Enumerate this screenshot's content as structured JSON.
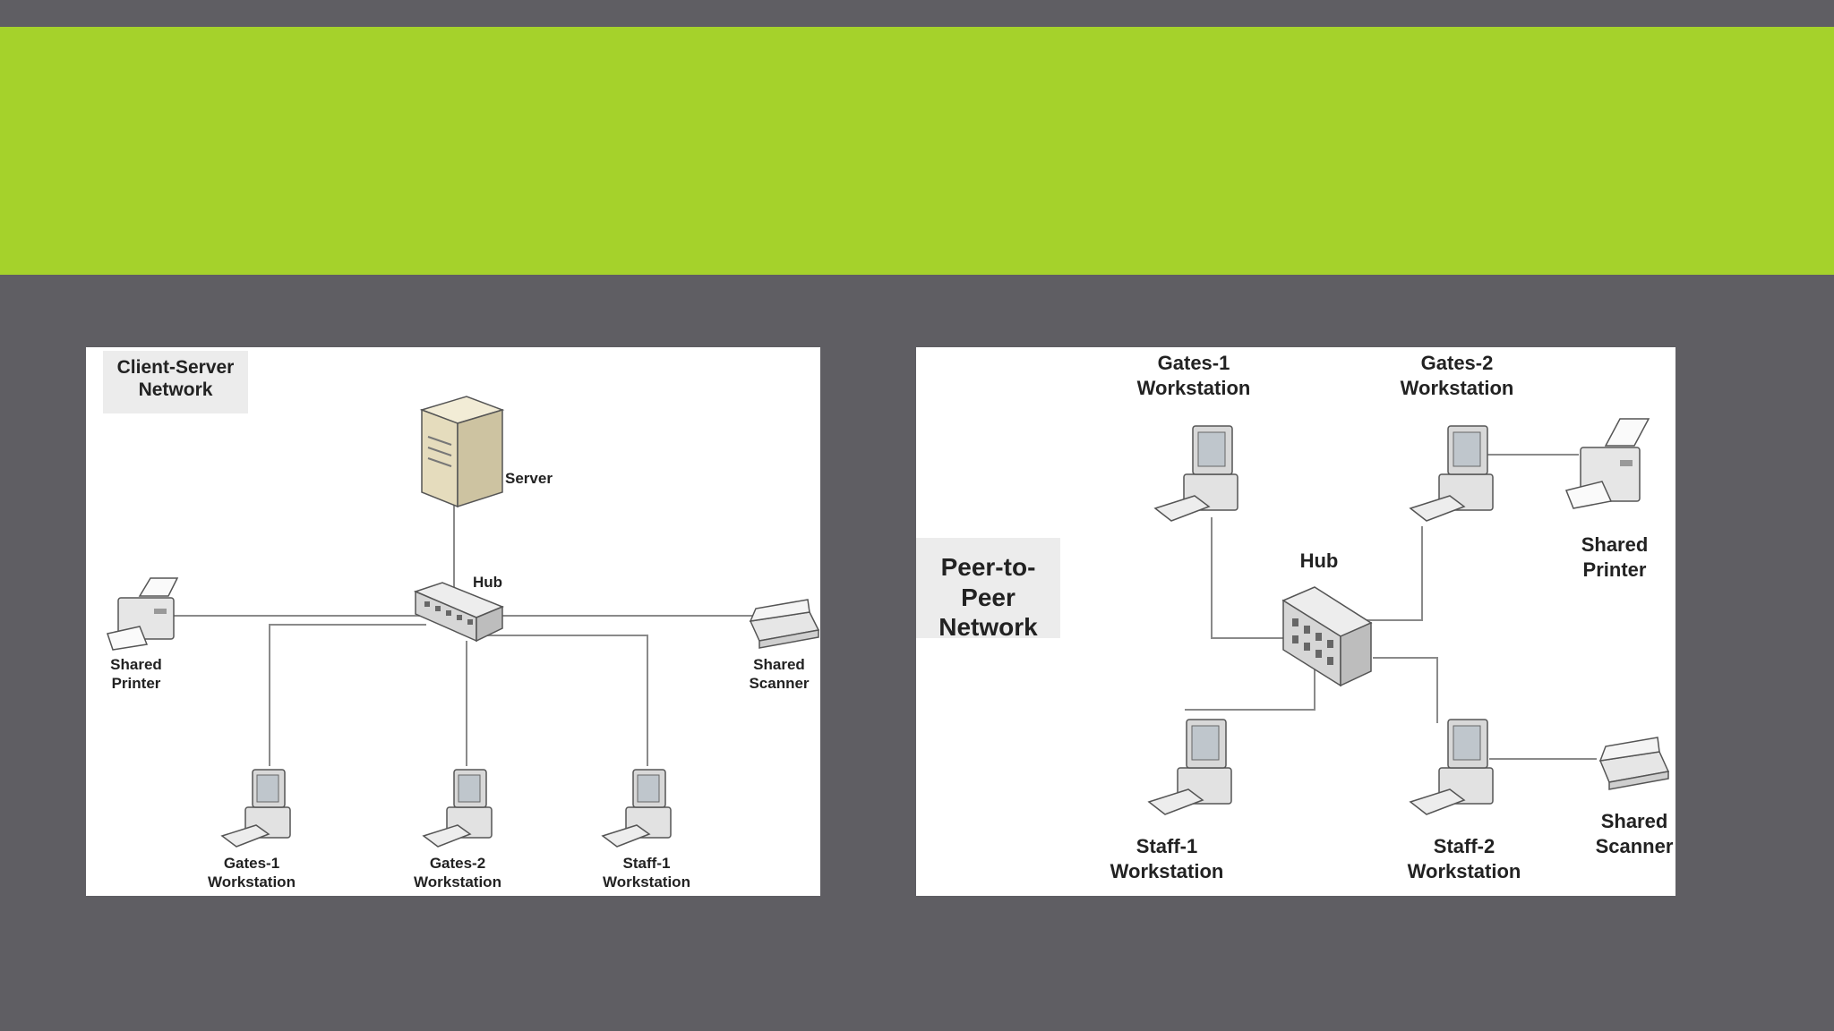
{
  "colors": {
    "background": "#5f5e63",
    "title_band": "#a5d22b",
    "panel": "#ffffff",
    "wire": "#8a8a8a"
  },
  "slide_title": "",
  "client_server": {
    "title": "Client-Server\nNetwork",
    "server": "Server",
    "hub": "Hub",
    "printer": "Shared\nPrinter",
    "scanner": "Shared\nScanner",
    "ws1": "Gates-1\nWorkstation",
    "ws2": "Gates-2\nWorkstation",
    "ws3": "Staff-1\nWorkstation"
  },
  "peer_to_peer": {
    "title": "Peer-to-Peer\nNetwork",
    "hub": "Hub",
    "gates1": "Gates-1\nWorkstation",
    "gates2": "Gates-2\nWorkstation",
    "staff1": "Staff-1\nWorkstation",
    "staff2": "Staff-2\nWorkstation",
    "printer": "Shared\nPrinter",
    "scanner": "Shared\nScanner"
  },
  "icons": [
    "server-icon",
    "hub-icon",
    "printer-icon",
    "scanner-icon",
    "workstation-icon"
  ]
}
